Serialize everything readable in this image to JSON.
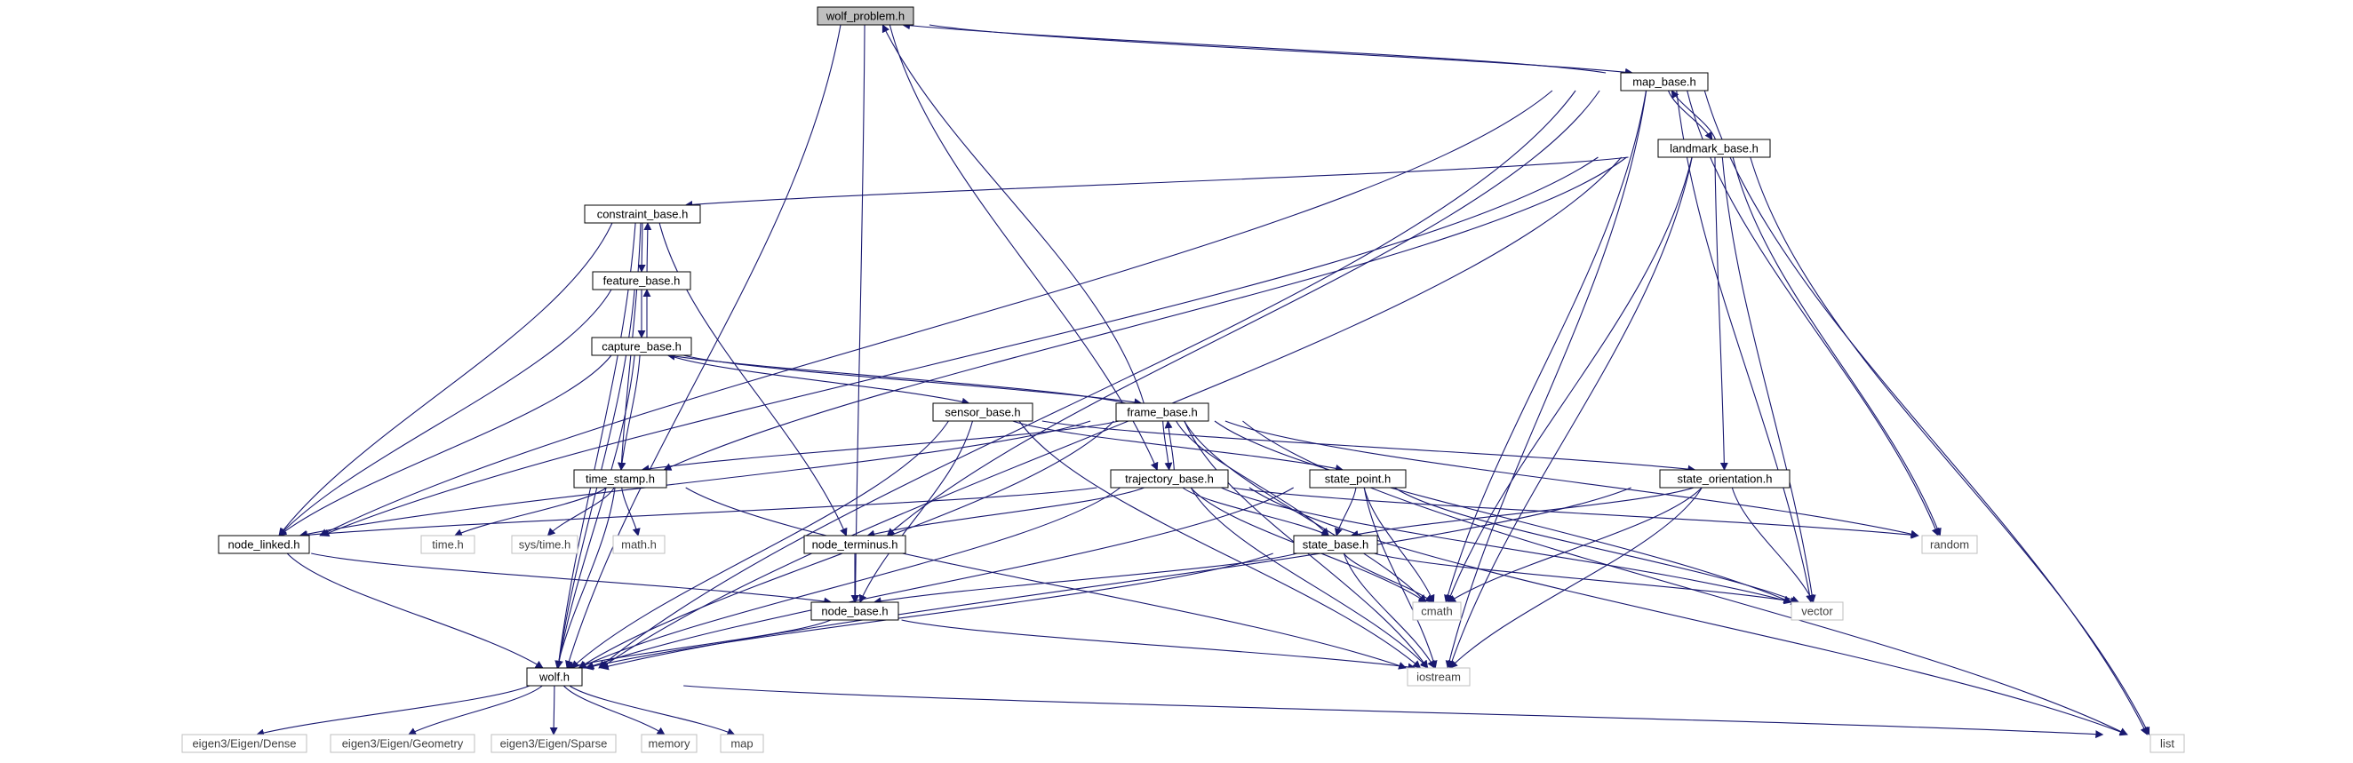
{
  "graph": {
    "colors": {
      "edge": "#191970",
      "internal_border": "#000000",
      "external_border": "#bfbfbf",
      "external_text": "#404040",
      "internal_text": "#000000",
      "root_fill": "#bfbfbf",
      "node_fill": "#ffffff"
    },
    "nodes": [
      {
        "id": "wolf_problem",
        "label": "wolf_problem.h",
        "kind": "root"
      },
      {
        "id": "map_base",
        "label": "map_base.h",
        "kind": "internal"
      },
      {
        "id": "landmark_base",
        "label": "landmark_base.h",
        "kind": "internal"
      },
      {
        "id": "constraint_base",
        "label": "constraint_base.h",
        "kind": "internal"
      },
      {
        "id": "feature_base",
        "label": "feature_base.h",
        "kind": "internal"
      },
      {
        "id": "capture_base",
        "label": "capture_base.h",
        "kind": "internal"
      },
      {
        "id": "sensor_base",
        "label": "sensor_base.h",
        "kind": "internal"
      },
      {
        "id": "frame_base",
        "label": "frame_base.h",
        "kind": "internal"
      },
      {
        "id": "time_stamp",
        "label": "time_stamp.h",
        "kind": "internal"
      },
      {
        "id": "trajectory_base",
        "label": "trajectory_base.h",
        "kind": "internal"
      },
      {
        "id": "state_point",
        "label": "state_point.h",
        "kind": "internal"
      },
      {
        "id": "state_orientation",
        "label": "state_orientation.h",
        "kind": "internal"
      },
      {
        "id": "node_linked",
        "label": "node_linked.h",
        "kind": "internal"
      },
      {
        "id": "time_h",
        "label": "time.h",
        "kind": "external"
      },
      {
        "id": "sys_time",
        "label": "sys/time.h",
        "kind": "external"
      },
      {
        "id": "math_h",
        "label": "math.h",
        "kind": "external"
      },
      {
        "id": "node_terminus",
        "label": "node_terminus.h",
        "kind": "internal"
      },
      {
        "id": "state_base",
        "label": "state_base.h",
        "kind": "internal"
      },
      {
        "id": "random",
        "label": "random",
        "kind": "external"
      },
      {
        "id": "node_base",
        "label": "node_base.h",
        "kind": "internal"
      },
      {
        "id": "cmath",
        "label": "cmath",
        "kind": "external"
      },
      {
        "id": "vector",
        "label": "vector",
        "kind": "external"
      },
      {
        "id": "wolf",
        "label": "wolf.h",
        "kind": "internal"
      },
      {
        "id": "iostream",
        "label": "iostream",
        "kind": "external"
      },
      {
        "id": "eigen_dense",
        "label": "eigen3/Eigen/Dense",
        "kind": "external"
      },
      {
        "id": "eigen_geometry",
        "label": "eigen3/Eigen/Geometry",
        "kind": "external"
      },
      {
        "id": "eigen_sparse",
        "label": "eigen3/Eigen/Sparse",
        "kind": "external"
      },
      {
        "id": "memory",
        "label": "memory",
        "kind": "external"
      },
      {
        "id": "map_h",
        "label": "map",
        "kind": "external"
      },
      {
        "id": "list",
        "label": "list",
        "kind": "external"
      }
    ],
    "edges": [
      [
        "wolf_problem",
        "map_base"
      ],
      [
        "wolf_problem",
        "trajectory_base"
      ],
      [
        "wolf_problem",
        "node_base"
      ],
      [
        "wolf_problem",
        "wolf"
      ],
      [
        "map_base",
        "wolf_problem"
      ],
      [
        "map_base",
        "landmark_base"
      ],
      [
        "map_base",
        "node_linked"
      ],
      [
        "map_base",
        "node_terminus"
      ],
      [
        "map_base",
        "wolf"
      ],
      [
        "map_base",
        "cmath"
      ],
      [
        "map_base",
        "random"
      ],
      [
        "map_base",
        "vector"
      ],
      [
        "map_base",
        "iostream"
      ],
      [
        "map_base",
        "list"
      ],
      [
        "landmark_base",
        "map_base"
      ],
      [
        "landmark_base",
        "constraint_base"
      ],
      [
        "landmark_base",
        "state_orientation"
      ],
      [
        "landmark_base",
        "time_stamp"
      ],
      [
        "landmark_base",
        "node_linked"
      ],
      [
        "landmark_base",
        "wolf"
      ],
      [
        "landmark_base",
        "random"
      ],
      [
        "landmark_base",
        "vector"
      ],
      [
        "landmark_base",
        "cmath"
      ],
      [
        "landmark_base",
        "iostream"
      ],
      [
        "landmark_base",
        "list"
      ],
      [
        "constraint_base",
        "feature_base"
      ],
      [
        "constraint_base",
        "time_stamp"
      ],
      [
        "constraint_base",
        "node_linked"
      ],
      [
        "constraint_base",
        "node_terminus"
      ],
      [
        "constraint_base",
        "wolf"
      ],
      [
        "feature_base",
        "constraint_base"
      ],
      [
        "feature_base",
        "capture_base"
      ],
      [
        "feature_base",
        "node_linked"
      ],
      [
        "feature_base",
        "wolf"
      ],
      [
        "capture_base",
        "feature_base"
      ],
      [
        "capture_base",
        "frame_base"
      ],
      [
        "capture_base",
        "sensor_base"
      ],
      [
        "capture_base",
        "time_stamp"
      ],
      [
        "capture_base",
        "node_linked"
      ],
      [
        "capture_base",
        "wolf"
      ],
      [
        "sensor_base",
        "state_point"
      ],
      [
        "sensor_base",
        "state_orientation"
      ],
      [
        "sensor_base",
        "node_base"
      ],
      [
        "sensor_base",
        "wolf"
      ],
      [
        "sensor_base",
        "iostream"
      ],
      [
        "frame_base",
        "capture_base"
      ],
      [
        "frame_base",
        "trajectory_base"
      ],
      [
        "frame_base",
        "wolf_problem"
      ],
      [
        "frame_base",
        "time_stamp"
      ],
      [
        "frame_base",
        "state_base"
      ],
      [
        "frame_base",
        "node_linked"
      ],
      [
        "frame_base",
        "wolf"
      ],
      [
        "frame_base",
        "cmath"
      ],
      [
        "frame_base",
        "random"
      ],
      [
        "frame_base",
        "vector"
      ],
      [
        "frame_base",
        "iostream"
      ],
      [
        "frame_base",
        "list"
      ],
      [
        "trajectory_base",
        "frame_base"
      ],
      [
        "trajectory_base",
        "node_linked"
      ],
      [
        "trajectory_base",
        "node_terminus"
      ],
      [
        "trajectory_base",
        "state_base"
      ],
      [
        "trajectory_base",
        "wolf"
      ],
      [
        "trajectory_base",
        "cmath"
      ],
      [
        "trajectory_base",
        "random"
      ],
      [
        "trajectory_base",
        "vector"
      ],
      [
        "trajectory_base",
        "iostream"
      ],
      [
        "trajectory_base",
        "list"
      ],
      [
        "time_stamp",
        "time_h"
      ],
      [
        "time_stamp",
        "sys_time"
      ],
      [
        "time_stamp",
        "math_h"
      ],
      [
        "time_stamp",
        "wolf"
      ],
      [
        "time_stamp",
        "iostream"
      ],
      [
        "state_point",
        "state_base"
      ],
      [
        "state_point",
        "wolf"
      ],
      [
        "state_point",
        "cmath"
      ],
      [
        "state_point",
        "vector"
      ],
      [
        "state_point",
        "iostream"
      ],
      [
        "state_orientation",
        "state_base"
      ],
      [
        "state_orientation",
        "wolf"
      ],
      [
        "state_orientation",
        "cmath"
      ],
      [
        "state_orientation",
        "vector"
      ],
      [
        "state_orientation",
        "iostream"
      ],
      [
        "state_base",
        "node_base"
      ],
      [
        "state_base",
        "wolf"
      ],
      [
        "state_base",
        "cmath"
      ],
      [
        "state_base",
        "vector"
      ],
      [
        "state_base",
        "iostream"
      ],
      [
        "node_linked",
        "node_base"
      ],
      [
        "node_linked",
        "wolf"
      ],
      [
        "node_terminus",
        "node_base"
      ],
      [
        "node_base",
        "wolf"
      ],
      [
        "node_base",
        "iostream"
      ],
      [
        "wolf",
        "eigen_dense"
      ],
      [
        "wolf",
        "eigen_geometry"
      ],
      [
        "wolf",
        "eigen_sparse"
      ],
      [
        "wolf",
        "memory"
      ],
      [
        "wolf",
        "map_h"
      ],
      [
        "wolf",
        "list"
      ]
    ]
  }
}
